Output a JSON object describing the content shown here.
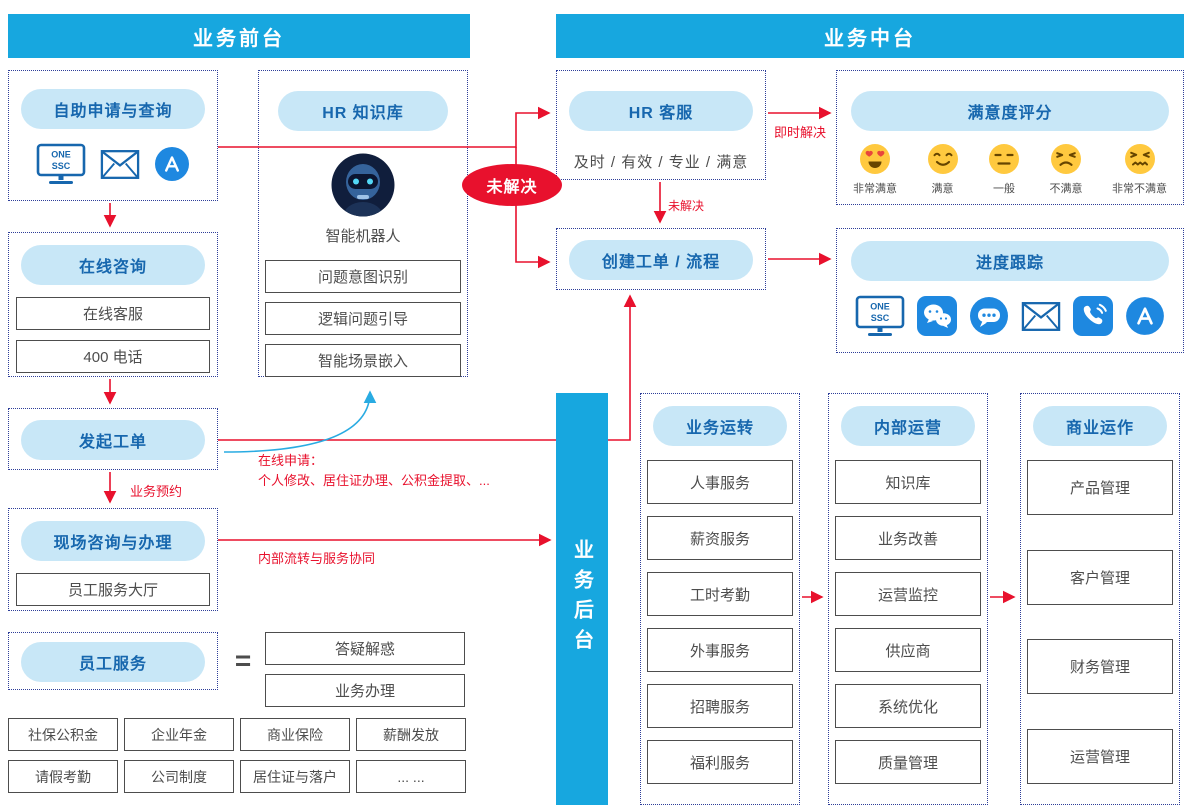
{
  "colors": {
    "accent_cyan": "#17A7DF",
    "pill_blue_bg": "#C8E7F7",
    "pill_blue_text": "#1767AE",
    "arrow_red": "#E8112D",
    "arrow_blue": "#29ABE2",
    "box_border_gray": "#4D4D4D",
    "dotted_navy": "#2E3E99",
    "face_yellow": "#FFC93F"
  },
  "headers": {
    "front_desk": "业务前台",
    "middle_platform": "业务中台",
    "back_office": "业务后台"
  },
  "icons_text": {
    "one_ssc_line1": "ONE",
    "one_ssc_line2": "SSC"
  },
  "front_desk": {
    "self_service": {
      "title": "自助申请与查询",
      "icons": [
        "one-ssc-monitor-icon",
        "mail-icon",
        "appstore-icon"
      ]
    },
    "online_consult": {
      "title": "在线咨询",
      "items": [
        "在线客服",
        "400 电话"
      ]
    },
    "create_ticket": {
      "title": "发起工单"
    },
    "onsite_service": {
      "title": "现场咨询与办理",
      "items": [
        "员工服务大厅"
      ]
    },
    "employee_service": {
      "title": "员工服务",
      "equals": "=",
      "items": [
        "答疑解惑",
        "业务办理"
      ]
    },
    "service_grid": [
      "社保公积金",
      "企业年金",
      "商业保险",
      "薪酬发放",
      "请假考勤",
      "公司制度",
      "居住证与落户",
      "... ..."
    ]
  },
  "knowledge_base": {
    "title": "HR 知识库",
    "robot_label": "智能机器人",
    "items": [
      "问题意图识别",
      "逻辑问题引导",
      "智能场景嵌入"
    ]
  },
  "middle_platform": {
    "hr_support": {
      "title": "HR 客服",
      "subtitle": "及时 / 有效 / 专业 / 满意"
    },
    "satisfaction": {
      "title": "满意度评分",
      "ratings": [
        {
          "icon": "face-very-satisfied-icon",
          "label": "非常满意"
        },
        {
          "icon": "face-satisfied-icon",
          "label": "满意"
        },
        {
          "icon": "face-neutral-icon",
          "label": "一般"
        },
        {
          "icon": "face-dissatisfied-icon",
          "label": "不满意"
        },
        {
          "icon": "face-very-dissatisfied-icon",
          "label": "非常不满意"
        }
      ]
    },
    "create_workflow": {
      "title": "创建工单 / 流程"
    },
    "progress_tracking": {
      "title": "进度跟踪",
      "icons": [
        "one-ssc-monitor-icon",
        "wechat-icon",
        "chat-bubble-icon",
        "mail-icon",
        "phone-icon",
        "appstore-icon"
      ]
    },
    "columns": [
      {
        "title": "业务运转",
        "items": [
          "人事服务",
          "薪资服务",
          "工时考勤",
          "外事服务",
          "招聘服务",
          "福利服务"
        ]
      },
      {
        "title": "内部运营",
        "items": [
          "知识库",
          "业务改善",
          "运营监控",
          "供应商",
          "系统优化",
          "质量管理"
        ]
      },
      {
        "title": "商业运作",
        "items": [
          "产品管理",
          "客户管理",
          "财务管理",
          "运营管理"
        ]
      }
    ]
  },
  "flow_labels": {
    "unresolved_badge": "未解决",
    "instant_resolve": "即时解决",
    "unresolved_small": "未解决",
    "online_apply_line1": "在线申请：",
    "online_apply_line2": "个人修改、居住证办理、公积金提取、...",
    "business_reservation": "业务预约",
    "internal_flow": "内部流转与服务协同"
  }
}
